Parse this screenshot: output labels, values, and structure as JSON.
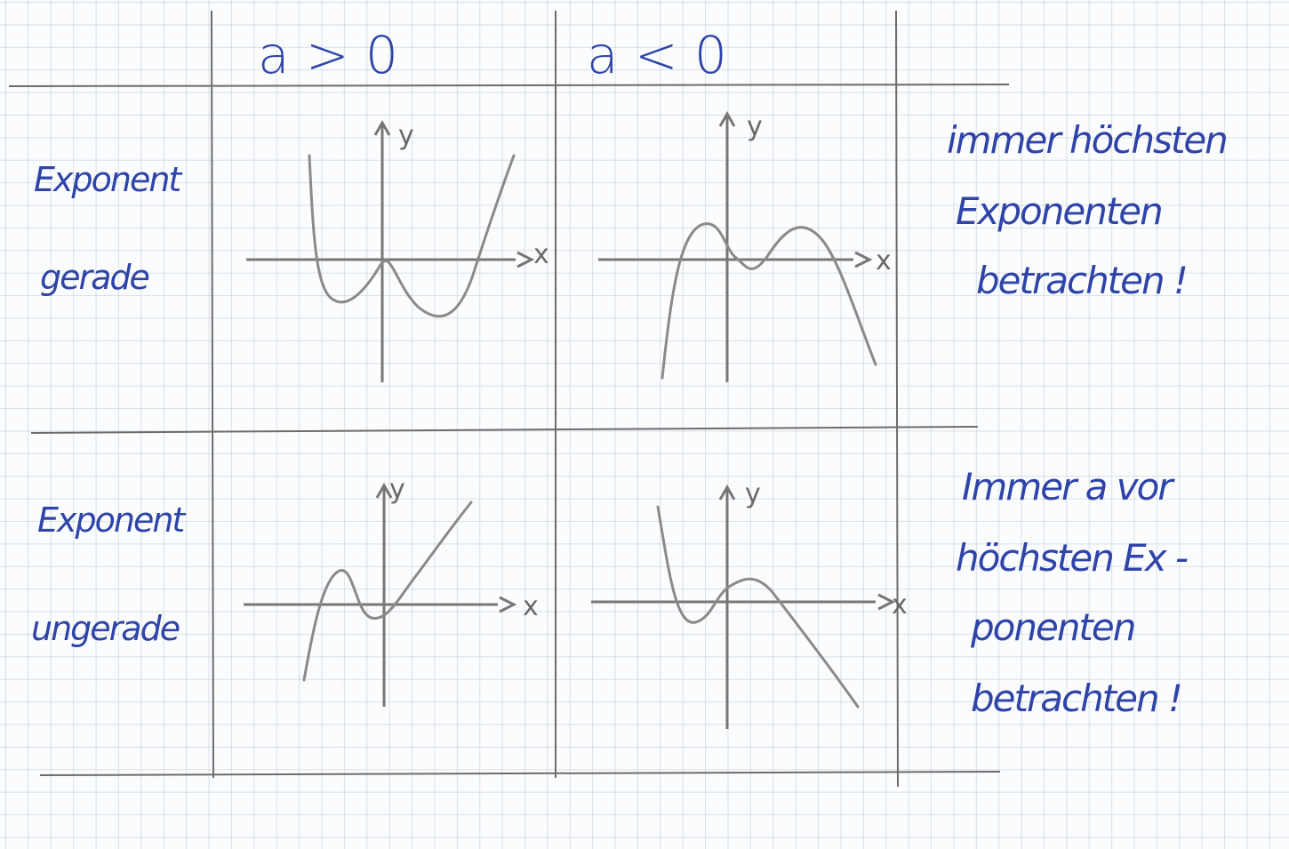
{
  "table": {
    "col_headers": [
      "a > 0",
      "a < 0"
    ],
    "row_labels": [
      {
        "line1": "Exponent",
        "line2": "gerade"
      },
      {
        "line1": "Exponent",
        "line2": "ungerade"
      }
    ]
  },
  "notes": {
    "even": [
      "immer höchsten",
      "Exponenten",
      "betrachten !"
    ],
    "odd": [
      "Immer a vor",
      "höchsten Ex -",
      "ponenten",
      "betrachten !"
    ]
  },
  "axes": {
    "x": "x",
    "y": "y"
  },
  "sketches": [
    {
      "id": "even-positive",
      "description_shape": "W"
    },
    {
      "id": "even-negative",
      "description_shape": "M"
    },
    {
      "id": "odd-positive",
      "description_shape": "N"
    },
    {
      "id": "odd-negative",
      "description_shape": "reverse-N"
    }
  ],
  "colors": {
    "ink": "#2f44a8",
    "pencil": "#8a8a8a",
    "grid": "#96a5b9"
  }
}
